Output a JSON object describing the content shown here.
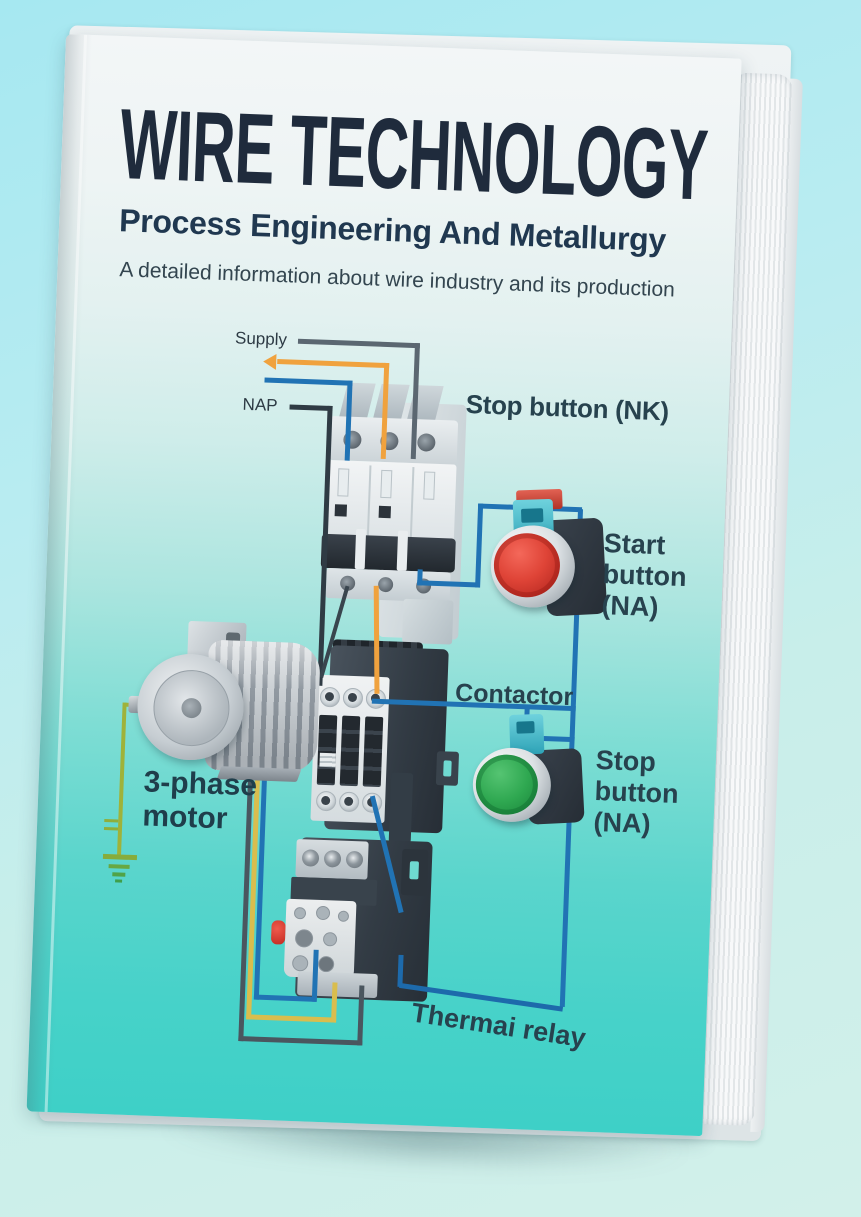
{
  "book": {
    "cover": {
      "title": "WIRE TECHNOLOGY",
      "subtitle": "Process Engineering And Metallurgy",
      "tagline": "A detailed information about wire industry and its production"
    },
    "diagram": {
      "labels": {
        "supply": "Supply",
        "nap": "NAP",
        "stop_button_nk": "Stop button (NK)",
        "start_button_na": "Start\nbutton\n(NA)",
        "contactor": "Contactor",
        "stop_button_na": "Stop\nbutton\n(NA)",
        "three_phase_motor": "3-phase\nmotor",
        "thermal_relay": "Thermai relay"
      },
      "components": [
        "circuit-breaker",
        "start-button-red",
        "contactor",
        "stop-button-green",
        "three-phase-motor",
        "thermal-relay",
        "earth-ground-symbol"
      ],
      "wire_colors": {
        "supply_slate": "#5b6771",
        "nap_dark": "#2f3b44",
        "phase_orange": "#f0a23e",
        "control_blue": "#2173b4",
        "phase_yellow": "#d9bd4e",
        "ground_olive": "#9fb23a"
      }
    },
    "style_colors": {
      "title_navy": "#1f2b3c",
      "label_teal_dark": "#27424e",
      "cover_teal_bottom": "#3ed0c7",
      "background_cyan": "#a6e8f1",
      "button_red": "#df4437",
      "button_green": "#2fa851",
      "connector_teal": "#3fb6c6"
    }
  }
}
